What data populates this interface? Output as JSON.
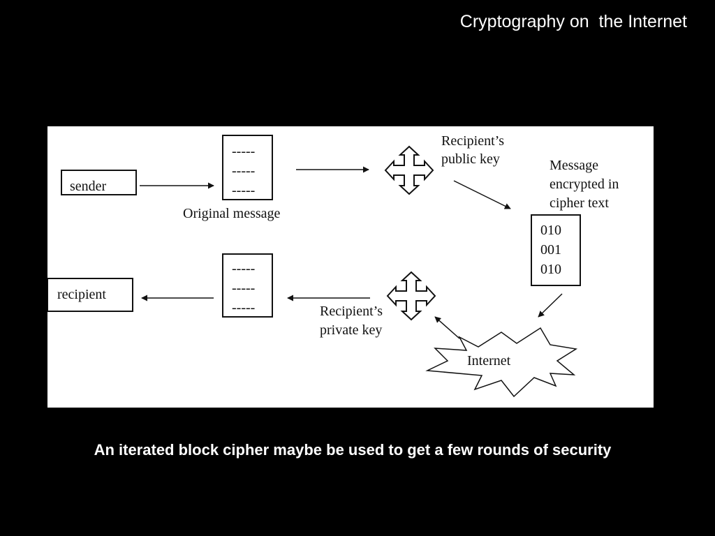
{
  "slide": {
    "title": "Cryptography on  the Internet",
    "caption": "An iterated block cipher maybe be used to get a few rounds of security"
  },
  "diagram": {
    "sender": "sender",
    "recipient": "recipient",
    "original_message_label": "Original message",
    "plain_lines_top": [
      "-----",
      "-----",
      "-----"
    ],
    "plain_lines_bottom": [
      "-----",
      "-----",
      "-----"
    ],
    "public_key_label": [
      "Recipient’s",
      "public key"
    ],
    "private_key_label": [
      "Recipient’s",
      "private key"
    ],
    "encrypted_label": [
      "Message",
      "encrypted in",
      "cipher text"
    ],
    "cipher_lines": [
      "010",
      "001",
      "010"
    ],
    "internet_label": "Internet"
  },
  "colors": {
    "background": "#000000",
    "figure_background": "#ffffff",
    "ink": "#111111",
    "title_text": "#ffffff"
  }
}
